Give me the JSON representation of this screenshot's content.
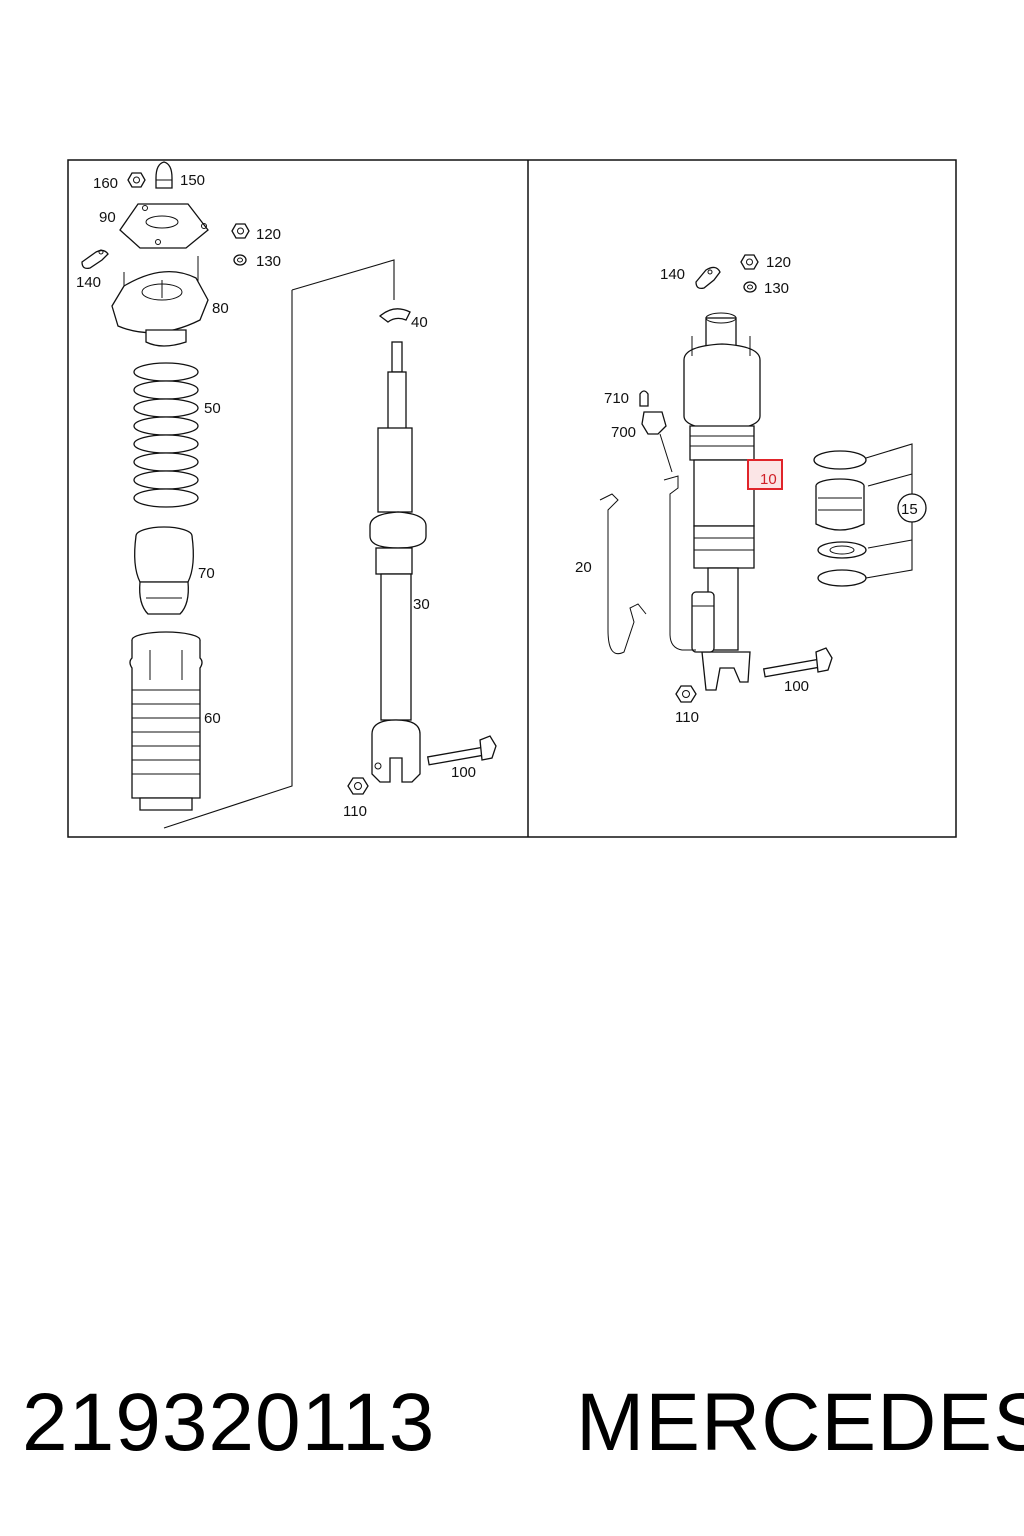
{
  "diagram": {
    "left_panel": {
      "callouts": {
        "c160": "160",
        "c150": "150",
        "c90": "90",
        "c120": "120",
        "c130": "130",
        "c140": "140",
        "c80": "80",
        "c40": "40",
        "c50": "50",
        "c30": "30",
        "c70": "70",
        "c60": "60",
        "c100": "100",
        "c110": "110"
      }
    },
    "right_panel": {
      "callouts": {
        "c140": "140",
        "c120": "120",
        "c130": "130",
        "c710": "710",
        "c700": "700",
        "c10": "10",
        "c15": "15",
        "c20": "20",
        "c100": "100",
        "c110": "110"
      },
      "highlighted_callout": "10",
      "highlight_color": "#e0242a"
    }
  },
  "caption": {
    "part_number": "219320113",
    "brand": "MERCEDES"
  }
}
